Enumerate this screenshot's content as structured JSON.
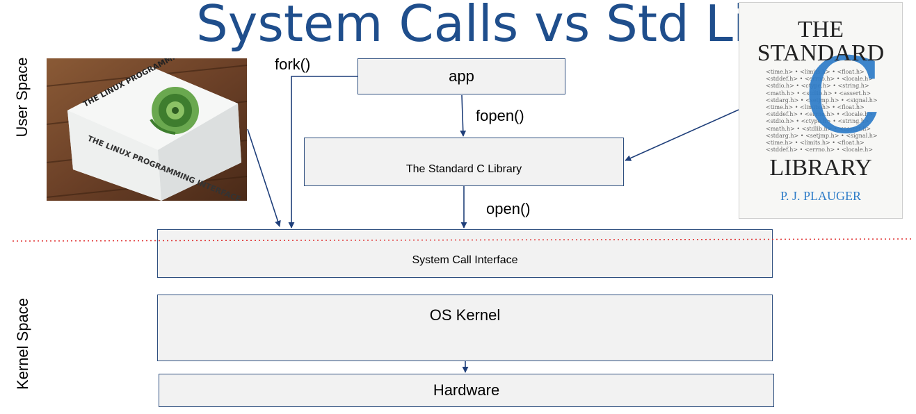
{
  "title": "System Calls vs Std Lib",
  "regions": {
    "user_space": "User Space",
    "kernel_space": "Kernel Space"
  },
  "boxes": {
    "app": "app",
    "std_c_lib": "The Standard C Library",
    "syscall_interface": "System Call Interface",
    "os_kernel": "OS Kernel",
    "hardware": "Hardware"
  },
  "calls": {
    "fork": "fork()",
    "fopen": "fopen()",
    "open": "open()"
  },
  "linux_book": {
    "spine_title": "THE LINUX PROGRAMMING INTERFACE",
    "cover_title": "THE LINUX PROGRAMMING INTERFACE"
  },
  "c_book": {
    "title_line1": "THE",
    "title_line2": "STANDARD",
    "big_letter": "C",
    "title_line3": "LIBRARY",
    "author": "P. J. PLAUGER",
    "headers": [
      "<time.h> • <limits.h> • <float.h>",
      "<stddef.h> • <errno.h> • <locale.h>",
      "<stdio.h> • <ctype.h> • <string.h>",
      "<math.h> • <stdlib.h> • <assert.h>",
      "<stdarg.h> • <setjmp.h> • <signal.h>",
      "<time.h> • <limits.h> • <float.h>",
      "<stddef.h> • <errno.h> • <locale.h>",
      "<stdio.h> • <ctype.h> • <string.h>",
      "<math.h> • <stdlib.h> • <assert.h>",
      "<stdarg.h> • <setjmp.h> • <signal.h>",
      "<time.h> • <limits.h> • <float.h>",
      "<stddef.h> • <errno.h> • <locale.h>"
    ]
  },
  "colors": {
    "title": "#1f4e8c",
    "arrow": "#1f3f7a",
    "box_border": "#2e4f7f",
    "box_fill": "#f2f2f2",
    "boundary": "#e03030",
    "c_book_blue": "#2e7cc8"
  }
}
